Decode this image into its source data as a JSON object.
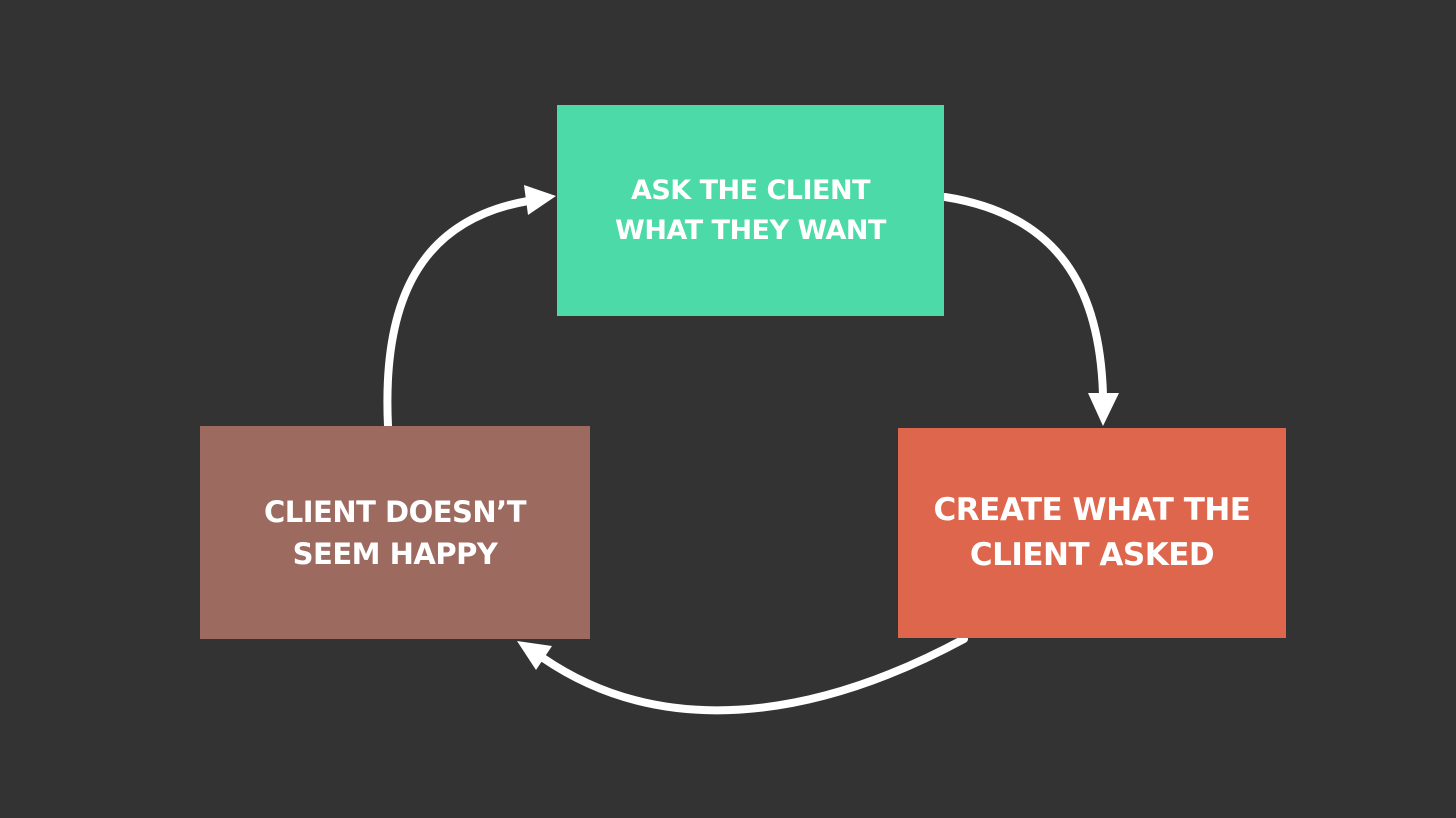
{
  "diagram": {
    "nodes": [
      {
        "id": "ask",
        "lines": [
          "ASK THE CLIENT",
          "WHAT THEY WANT"
        ],
        "color": "#4cdaa8"
      },
      {
        "id": "create",
        "lines": [
          "CREATE WHAT THE",
          "CLIENT ASKED"
        ],
        "color": "#de664c"
      },
      {
        "id": "unhappy",
        "lines": [
          "CLIENT DOESN’T",
          "SEEM HAPPY"
        ],
        "color": "#9d6a60"
      }
    ],
    "edges": [
      {
        "from": "ask",
        "to": "create"
      },
      {
        "from": "create",
        "to": "unhappy"
      },
      {
        "from": "unhappy",
        "to": "ask"
      }
    ],
    "arrow_color": "#ffffff",
    "background": "#333333"
  }
}
